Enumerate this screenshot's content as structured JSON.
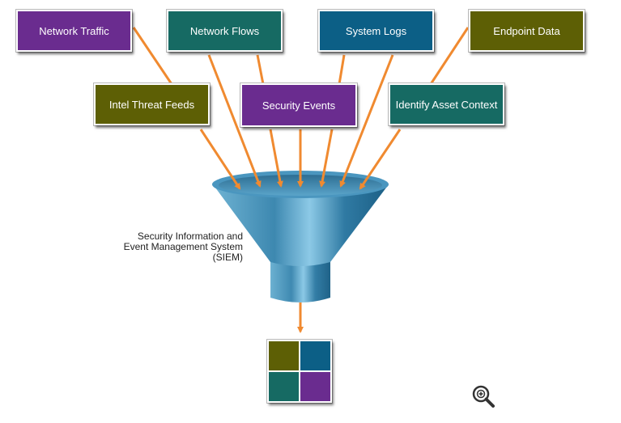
{
  "sources": [
    {
      "id": "network-traffic",
      "label": "Network Traffic",
      "color": "#6a2c8f"
    },
    {
      "id": "network-flows",
      "label": "Network Flows",
      "color": "#166a63"
    },
    {
      "id": "system-logs",
      "label": "System Logs",
      "color": "#0c5f86"
    },
    {
      "id": "endpoint-data",
      "label": "Endpoint Data",
      "color": "#5d5f05"
    },
    {
      "id": "intel-threat-feeds",
      "label": "Intel Threat Feeds",
      "color": "#5d5f05"
    },
    {
      "id": "security-events",
      "label": "Security Events",
      "color": "#6a2c8f"
    },
    {
      "id": "identify-asset-context",
      "label": "Identify Asset Context",
      "color": "#166a63"
    }
  ],
  "siem": {
    "line1": "Security Information and",
    "line2": "Event Management System",
    "line3": "(SIEM)"
  },
  "output_colors": [
    "#5d5f05",
    "#0c5f86",
    "#166a63",
    "#6a2c8f"
  ],
  "arrow_color": "#f08a30",
  "icons": {
    "zoom": "zoom-in-icon"
  }
}
